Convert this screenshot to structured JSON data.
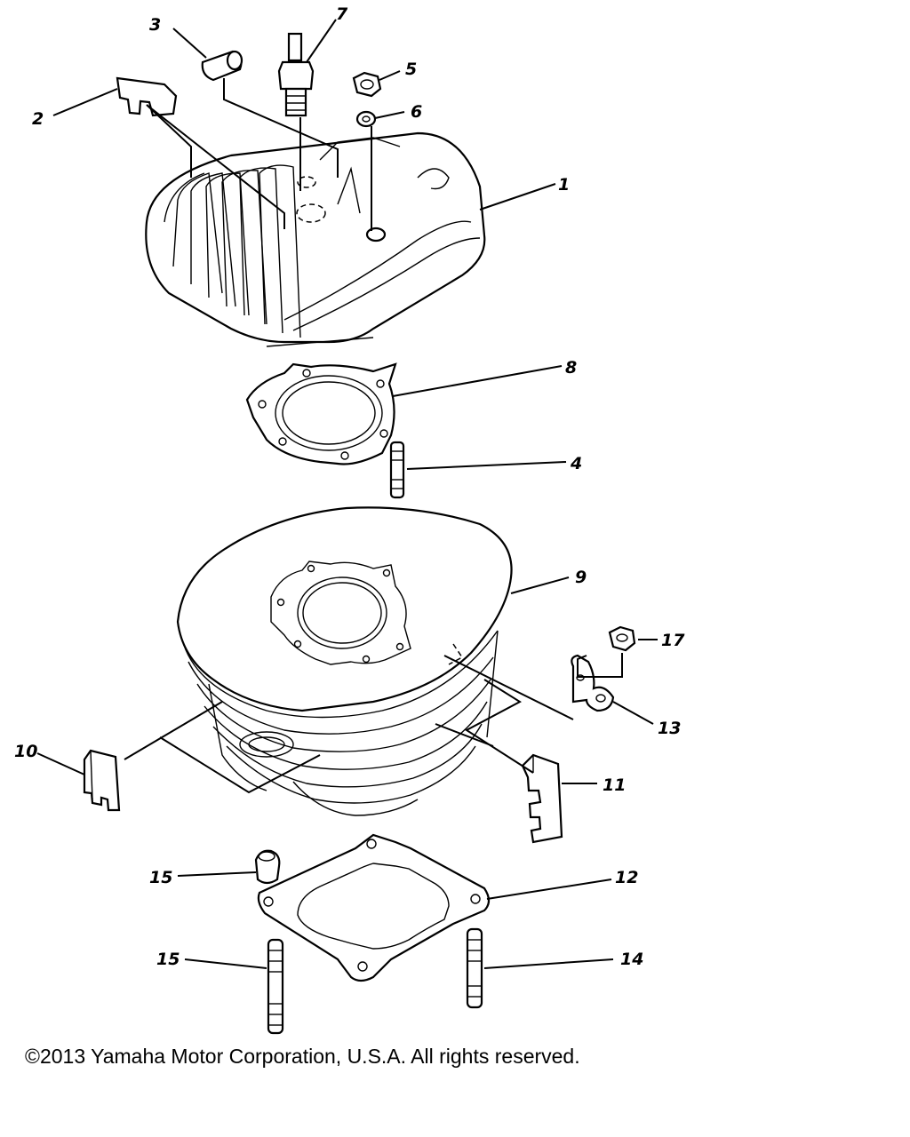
{
  "callouts": {
    "c1": "1",
    "c2": "2",
    "c3": "3",
    "c4": "4",
    "c5": "5",
    "c6": "6",
    "c7": "7",
    "c8": "8",
    "c9": "9",
    "c10": "10",
    "c11": "11",
    "c12": "12",
    "c13": "13",
    "c14": "14",
    "c15a": "15",
    "c15b": "15",
    "c17": "17"
  },
  "copyright": "©2013 Yamaha Motor Corporation, U.S.A. All rights reserved."
}
